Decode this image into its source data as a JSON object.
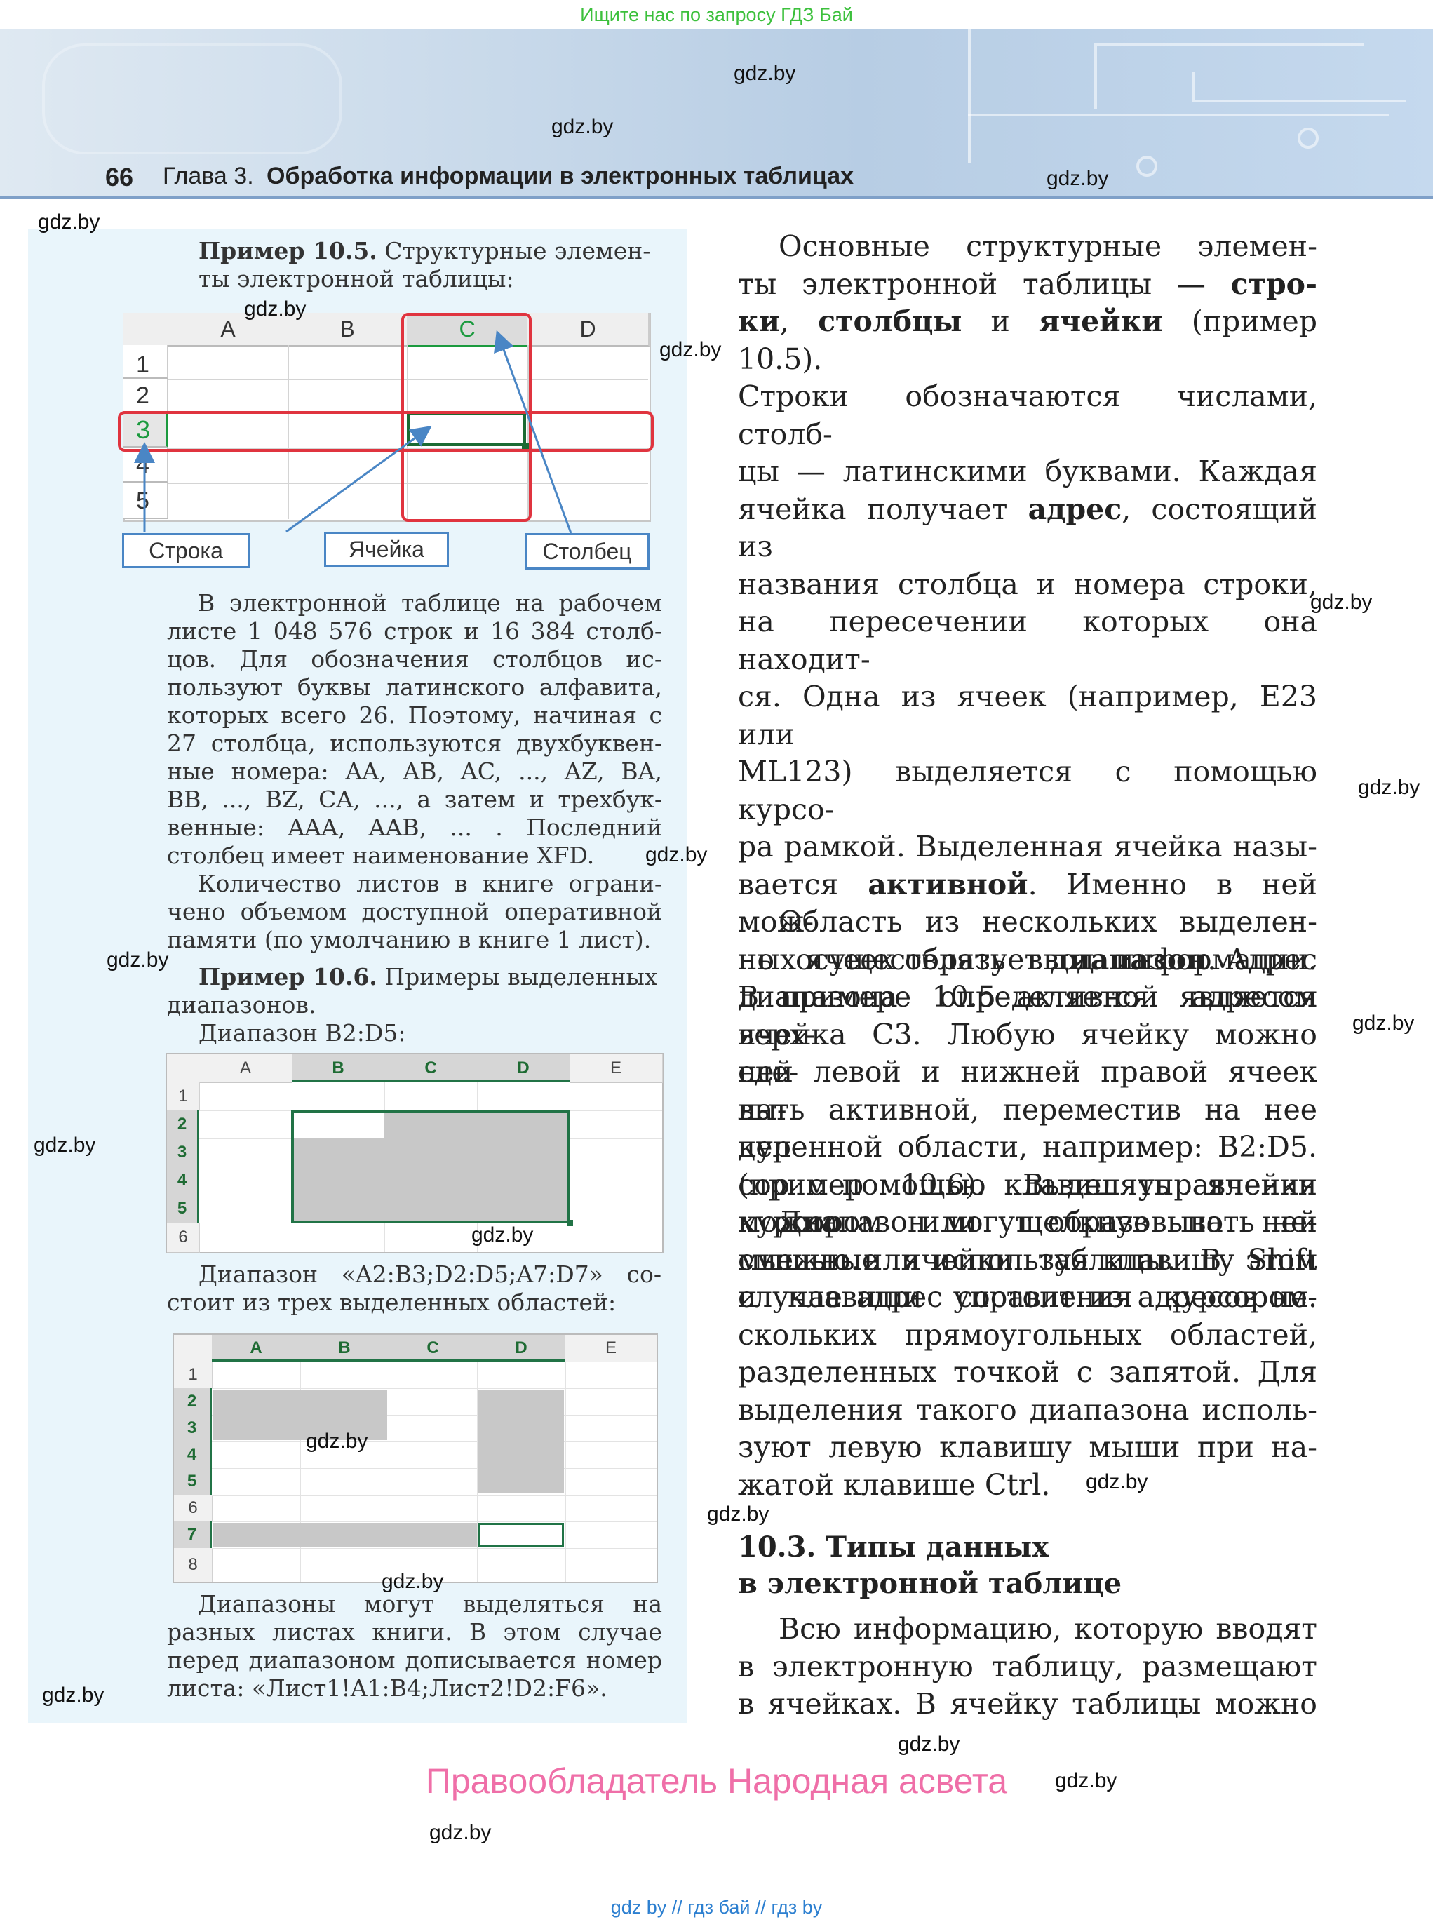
{
  "header": {
    "top_link": "Ищите нас по запросу ГДЗ Бай",
    "page_number": "66",
    "chapter_label": "Глава 3.",
    "chapter_title": "Обработка информации в электронных таблицах"
  },
  "watermark": "gdz.by",
  "left": {
    "ex1_title": "Пример 10.5.",
    "ex1_text_a": " Структурные элемен-",
    "ex1_text_b": "ты электронной таблицы:",
    "fig1": {
      "columns": [
        "A",
        "B",
        "C",
        "D"
      ],
      "rows": [
        "1",
        "2",
        "3",
        "4",
        "5"
      ],
      "callouts": {
        "row": "Строка",
        "cell": "Ячейка",
        "column": "Столбец"
      },
      "highlight_color": "#e0343f",
      "active_color": "#1b9a3e"
    },
    "para1": [
      "В электронной таблице на рабочем",
      "листе 1 048 576 строк и 16 384 столб-",
      "цов. Для обозначения столбцов ис-",
      "пользуют буквы латинского алфавита,",
      "которых всего 26. Поэтому, начиная с",
      "27 столбца, используются двухбуквен-",
      "ные номера: AA, AB, AC, ..., AZ, BA,",
      "BB, ..., BZ, CA, ..., а затем и трехбук-",
      "венные: AAA, AAB, ... . Последний",
      "столбец имеет наименование XFD."
    ],
    "para2": [
      "Количество листов в книге ограни-",
      "чено объемом доступной оперативной",
      "памяти (по умолчанию в книге 1 лист)."
    ],
    "ex2_title": "Пример 10.6.",
    "ex2_text_a": " Примеры выделенных",
    "ex2_text_b": "диапазонов.",
    "range1_label": "Диапазон B2:D5:",
    "fig2": {
      "columns": [
        "A",
        "B",
        "C",
        "D",
        "E"
      ],
      "rows": [
        "1",
        "2",
        "3",
        "4",
        "5",
        "6"
      ]
    },
    "range2_text": [
      "Диапазон «A2:B3;D2:D5;A7:D7» со-",
      "стоит из трех выделенных областей:"
    ],
    "fig3": {
      "columns": [
        "A",
        "B",
        "C",
        "D",
        "E"
      ],
      "rows": [
        "1",
        "2",
        "3",
        "4",
        "5",
        "6",
        "7",
        "8"
      ]
    },
    "para3": [
      "Диапазоны могут выделяться на",
      "разных листах книги. В этом случае",
      "перед диапазоном дописывается номер",
      "листа: «Лист1!A1:B4;Лист2!D2:F6»."
    ]
  },
  "right": {
    "p1": [
      {
        "t": "Основные структурные элемен-"
      },
      {
        "t": "ты электронной таблицы — ",
        "b": "стро-"
      },
      {
        "b": "ки",
        "t2": ", ",
        "b2": "столбцы",
        "t3": " и ",
        "b3": "ячейки",
        "t4": " (пример 10.5)."
      },
      {
        "t": "Строки обозначаются числами, столб-"
      },
      {
        "t": "цы — латинскими буквами. Каждая"
      },
      {
        "t": "ячейка получает ",
        "b": "адрес",
        "t2": ", состоящий из"
      },
      {
        "t": "названия столбца и номера строки,"
      },
      {
        "t": "на пересечении которых она находит-"
      },
      {
        "t": "ся. Одна из ячеек (например, E23 или"
      },
      {
        "t": "ML123) выделяется с помощью курсо-"
      },
      {
        "t": "ра рамкой. Выделенная ячейка назы-"
      },
      {
        "t": "вается ",
        "b": "активной",
        "t2": ". Именно в ней мож-"
      },
      {
        "t": "но осуществлять ввод информации."
      },
      {
        "t": "В примере 10.5 активной является"
      },
      {
        "t": "ячейка C3. Любую ячейку можно сде-"
      },
      {
        "t": "лать активной, переместив на нее кур-"
      },
      {
        "t": "сор с помощью клавиш управления"
      },
      {
        "t": "курсором или щелкнув по ней мышью."
      }
    ],
    "p2": [
      {
        "t": "Область из нескольких выделен-"
      },
      {
        "t": "ных ячеек образует ",
        "b": "диапазон",
        "t2": ". Адрес"
      },
      {
        "t": "диапазона определяется адресом верх-"
      },
      {
        "t": "ней левой и нижней правой ячеек вы-"
      },
      {
        "t": "деленной области, например: B2:D5."
      },
      {
        "t": "(пример 10.6). Выделять ячейки можно"
      },
      {
        "t": "мышью или используя клавишу Shift"
      },
      {
        "t": "и клавиши управления курсором."
      }
    ],
    "p3": [
      {
        "t": "Диапазон могут образовывать не-"
      },
      {
        "t": "смежные ячейки таблицы. В этом"
      },
      {
        "t": "случае адрес состоит из адресов не-"
      },
      {
        "t": "скольких прямоугольных областей,"
      },
      {
        "t": "разделенных точкой с запятой. Для"
      },
      {
        "t": "выделения такого диапазона исполь-"
      },
      {
        "t": "зуют левую клавишу мыши при на-"
      },
      {
        "t": "жатой клавише Ctrl."
      }
    ],
    "section_heading_1": "10.3. Типы данных",
    "section_heading_2": "в электронной таблице",
    "p4": [
      {
        "t": "Всю информацию, которую вводят"
      },
      {
        "t": "в электронную таблицу, размещают"
      },
      {
        "t": "в ячейках. В ячейку таблицы можно"
      }
    ]
  },
  "footer": {
    "rights": "Правообладатель Народная асвета",
    "links": "gdz by  //  гдз бай  //  гдз by"
  }
}
